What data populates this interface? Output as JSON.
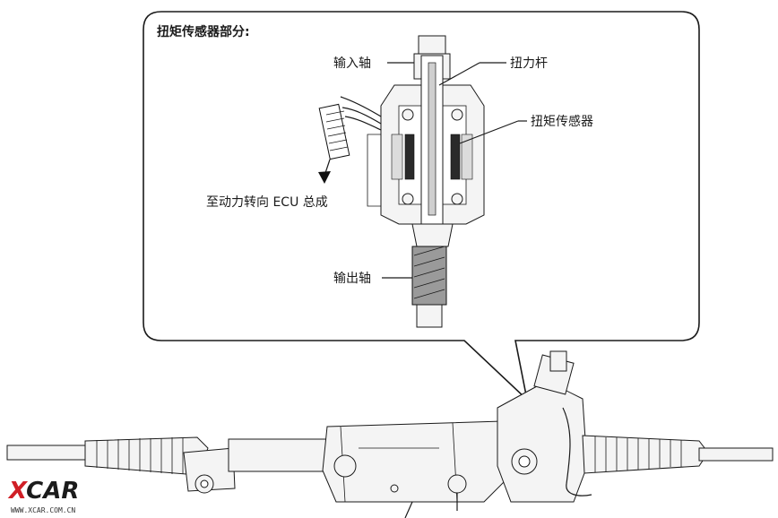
{
  "callout": {
    "title": "扭矩传感器部分:",
    "labels": {
      "input_shaft": "输入轴",
      "torsion_bar": "扭力杆",
      "torque_sensor": "扭矩传感器",
      "to_ecu": "至动力转向 ECU 总成",
      "output_shaft": "输出轴"
    }
  },
  "watermark": {
    "logo": "XCAR",
    "url": "WWW.XCAR.COM.CN",
    "colors": {
      "x": "#d01f26",
      "car": "#1b1b1b"
    }
  }
}
